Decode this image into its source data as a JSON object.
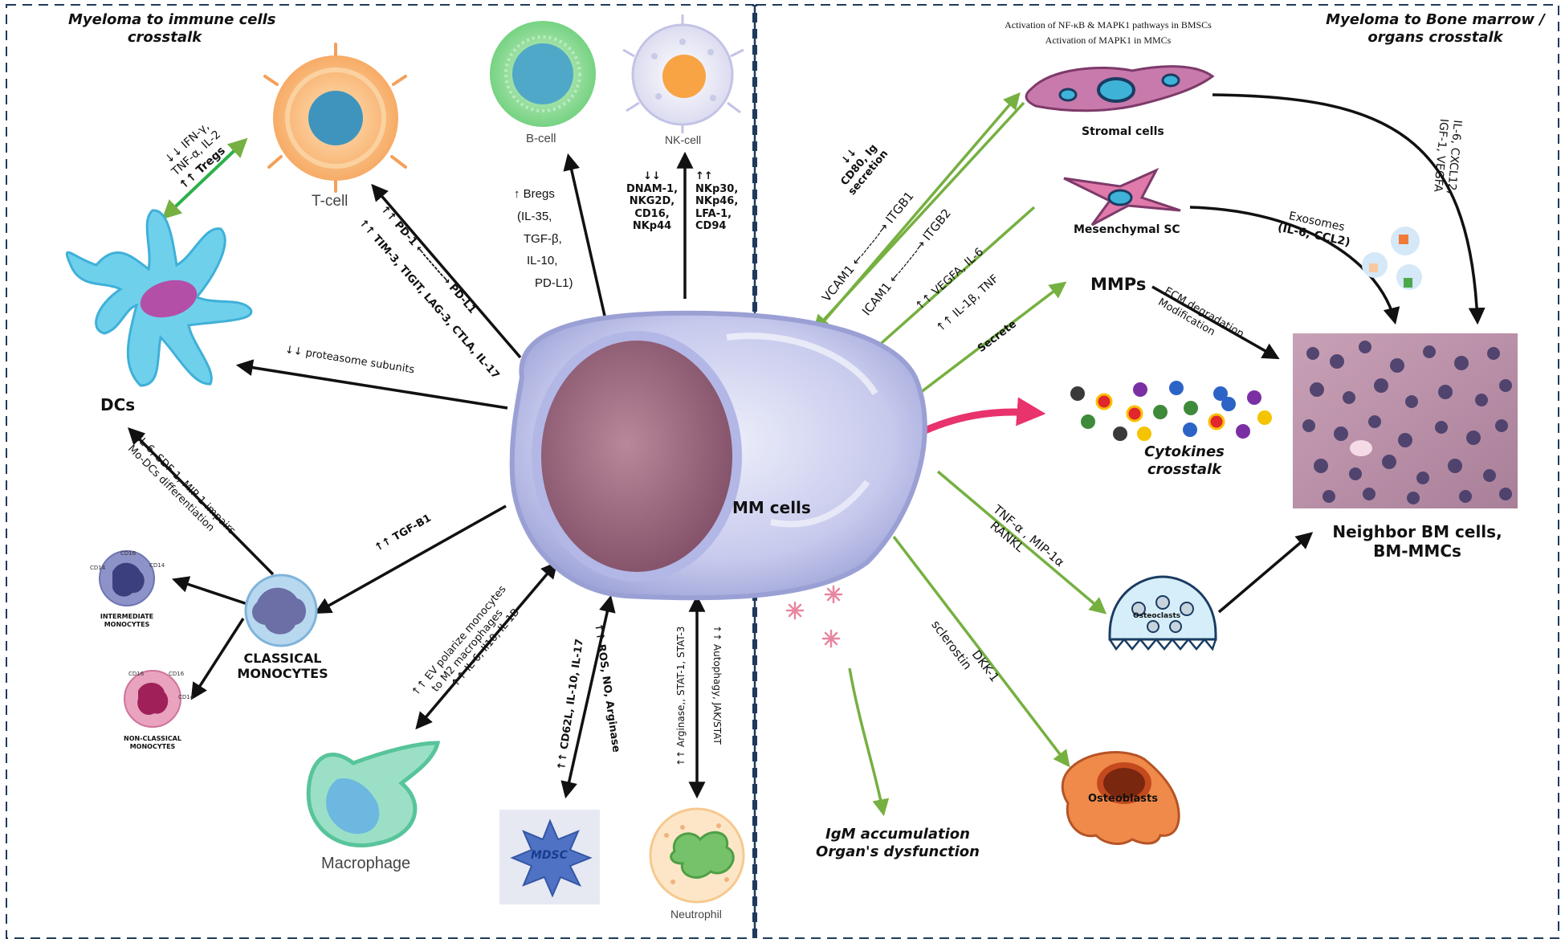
{
  "sections": {
    "left_title": [
      "Myeloma to immune cells",
      "crosstalk"
    ],
    "right_title": [
      "Myeloma to Bone marrow /",
      "organs crosstalk"
    ]
  },
  "cells": {
    "mm": "MM cells",
    "tcell": "T-cell",
    "bcell": "B-cell",
    "nkcell": "NK-cell",
    "dcs": "DCs",
    "classical_monocytes": [
      "CLASSICAL",
      "MONOCYTES"
    ],
    "intermediate_monocytes": [
      "INTERMEDIATE",
      "MONOCYTES"
    ],
    "nonclassical_monocytes": [
      "NON-CLASSICAL",
      "MONOCYTES"
    ],
    "macrophage": "Macrophage",
    "mdsc": "MDSC",
    "neutrophil": "Neutrophil",
    "stromal": "Stromal cells",
    "mesenchymal": "Mesenchymal SC",
    "mmps": "MMPs",
    "cytokines": [
      "Cytokines",
      "crosstalk"
    ],
    "neighbor": [
      "Neighbor BM cells,",
      "BM-MMCs"
    ],
    "osteoclasts": "Osteoclasts",
    "osteoblasts": "Osteoblasts",
    "igm": [
      "IgM accumulation",
      "Organ's dysfunction"
    ]
  },
  "labels": {
    "tcell_dc": [
      "↓↓ IFN-γ,",
      "TNF-α, IL-2"
    ],
    "tregs": "↑↑ Tregs",
    "pd1": "↑↑ PD-1 ←-------→ PD-L1",
    "tim3": "↑↑ TIM-3, TIGIT, LAG-3, CTLA, IL-17",
    "bregs": [
      "↑ Bregs",
      "(IL-35,",
      "TGF-β,",
      "IL-10,",
      "PD-L1)"
    ],
    "nk_down": [
      "↓↓",
      "DNAM-1,",
      "NKG2D,",
      "CD16,",
      "NKp44"
    ],
    "nk_up": [
      "↑↑",
      "NKp30,",
      "NKp46,",
      "LFA-1,",
      "CD94"
    ],
    "proteasome": "↓↓ proteasome subunits",
    "dc_mono": [
      "IL-6, SDF-1, MIP-1 impairs",
      "Mo-DCs differentiation"
    ],
    "tgf": "↑↑ TGF-B1",
    "macro": [
      "↑↑ EV polarize monocytes",
      "to M2 macrophages",
      "↑↑ IL-6, Il10, IL-1B"
    ],
    "mdsc_up": "↑↑ CD62L, IL-10, IL-17",
    "mdsc_ros": "↑↑ ROS, NO, Arginase",
    "neut_arg": "↑↑ Arginase,, STAT-1, STAT-3",
    "neut_auto": "↑↑ Autophagy, JAK/STAT",
    "nfkb": [
      "Activation of NF-κB & MAPK1 pathways in BMSCs",
      "Activation of MAPK1 in MMCs"
    ],
    "cd80": [
      "↓↓",
      "CD80, Ig",
      "secretion"
    ],
    "itgb1": "VCAM1 ←-------→ ITGB1",
    "itgb2": "ICAM1 ←-------→ ITGB2",
    "vegfa": "↑↑ VEGFA, IL-6",
    "il1b": "↑↑ IL-1β, TNF",
    "secrete": "Secrete",
    "ecm": [
      "ECM degradation,",
      "Modification"
    ],
    "exosomes": [
      "Exosomes",
      "(IL-6, CCL2)"
    ],
    "il6cxcl": [
      "IL-6, CXCL12,",
      "IGF-1, VEGFA"
    ],
    "tnf": [
      "TNF-α , MIP-1α",
      "RANKL"
    ],
    "dkk": [
      "DKK-1",
      "sclerostin"
    ],
    "cd14": "CD14",
    "cd16": "CD16"
  },
  "colors": {
    "border": "#1f3a5c",
    "black_arrow": "#111111",
    "green_arrow": "#76b041",
    "pink_arrow": "#e8336d"
  }
}
